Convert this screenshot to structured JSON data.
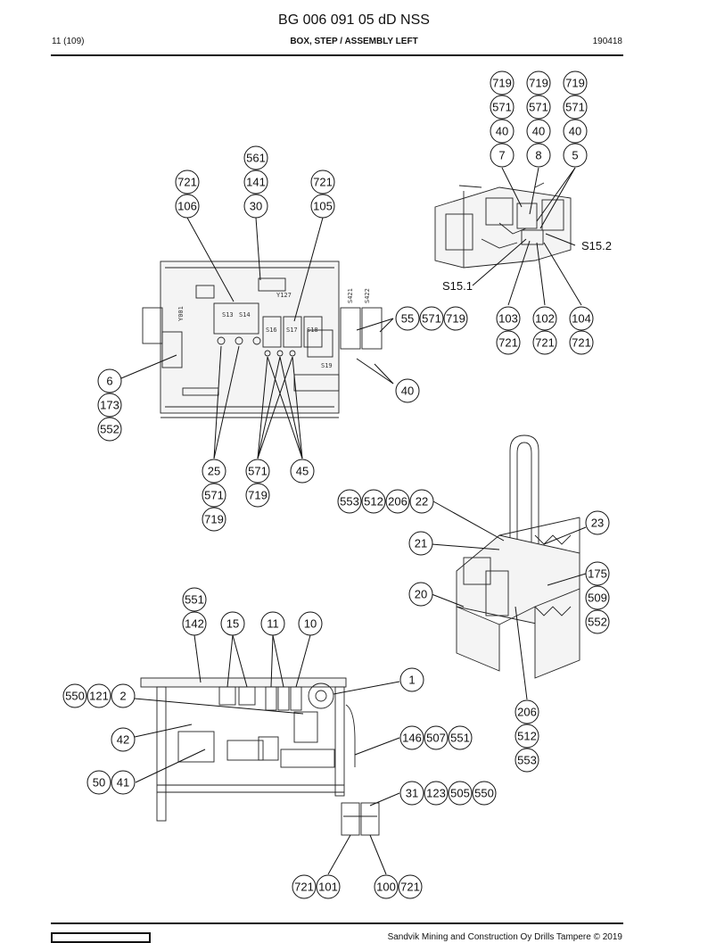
{
  "header": {
    "doc_title": "BG 006 091 05 dD NSS",
    "page": "11 (109)",
    "assembly": "BOX, STEP / ASSEMBLY LEFT",
    "date": "190418"
  },
  "footer": {
    "company": "Sandvik Mining and Construction Oy Drills Tampere © 2019"
  },
  "labels": {
    "s15_2": "S15.2",
    "s15_1": "S15.1"
  },
  "component_marks": {
    "s421": "S421",
    "s422": "S422",
    "y127": "Y127",
    "s13": "S13",
    "s14": "S14",
    "s16": "S16",
    "s17": "S17",
    "s18": "S18",
    "s19": "S19",
    "y001": "Y001"
  },
  "callouts": {
    "b719a": "719",
    "b719b": "719",
    "b719c": "719",
    "b571a": "571",
    "b571b": "571",
    "b571c": "571",
    "b40a": "40",
    "b40b": "40",
    "b40c": "40",
    "b7": "7",
    "b8": "8",
    "b5": "5",
    "b561": "561",
    "b721a": "721",
    "b141": "141",
    "b721b": "721",
    "b106": "106",
    "b30": "30",
    "b105": "105",
    "b55": "55",
    "b571d": "571",
    "b719d": "719",
    "b103": "103",
    "b102": "102",
    "b104": "104",
    "b721c": "721",
    "b721d": "721",
    "b721e": "721",
    "b6": "6",
    "b173": "173",
    "b552a": "552",
    "b40d": "40",
    "b25": "25",
    "b571e": "571",
    "b45": "45",
    "b571f": "571",
    "b719e": "719",
    "b719f": "719",
    "b553a": "553",
    "b512a": "512",
    "b206a": "206",
    "b22": "22",
    "b23": "23",
    "b21": "21",
    "b175": "175",
    "b20": "20",
    "b509": "509",
    "b552b": "552",
    "b551a": "551",
    "b142": "142",
    "b15": "15",
    "b11": "11",
    "b10": "10",
    "b1": "1",
    "b550a": "550",
    "b121": "121",
    "b2": "2",
    "b206b": "206",
    "b42": "42",
    "b146": "146",
    "b507": "507",
    "b551b": "551",
    "b512b": "512",
    "b553b": "553",
    "b50": "50",
    "b41": "41",
    "b31": "31",
    "b123": "123",
    "b505": "505",
    "b550b": "550",
    "b721f": "721",
    "b101": "101",
    "b100": "100",
    "b721g": "721"
  }
}
